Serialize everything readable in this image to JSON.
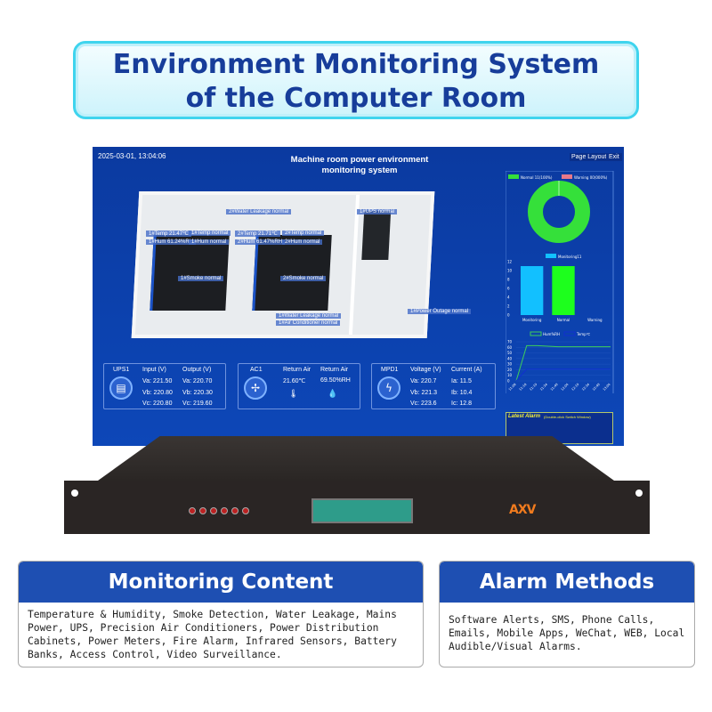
{
  "banner": {
    "line1": "Environment Monitoring System",
    "line2": "of the Computer Room"
  },
  "screen": {
    "datetime": "2025-03-01, 13:04:06",
    "title_line1": "Machine room power environment",
    "title_line2": "monitoring system",
    "page_layout": "Page Layout",
    "exit": "Exit",
    "tags": [
      "2#Water Leakage  normal",
      "1#UPS normal",
      "1#Temp 21.47℃",
      "1#Temp  normal",
      "2#Temp 21.71℃",
      "2#Temp  normal",
      "1#Hum 61.24%RH",
      "1#Hum  normal",
      "2#Hum 61.47%RH",
      "2#Hum  normal",
      "1#Smoke  normal",
      "2#Smoke  normal",
      "1#Water Leakage  normal",
      "1#Air Conditioner  normal",
      "1#Power Outage  normal"
    ],
    "ups": {
      "name": "UPS1",
      "input": "Input (V)",
      "output": "Output (V)",
      "in": [
        "Va:  221.50",
        "Vb:  220.80",
        "Vc:  220.80"
      ],
      "out": [
        "Va:  220.70",
        "Vb:  220.30",
        "Vc:  219.60"
      ]
    },
    "ac": {
      "name": "AC1",
      "h1": "Return Air",
      "h2": "Return Air",
      "v1": "21.60℃",
      "v2": "69.50%RH"
    },
    "mpd": {
      "name": "MPD1",
      "voltage": "Voltage (V)",
      "current": "Current (A)",
      "v": [
        "Va:  220.7",
        "Vb:  221.3",
        "Vc:  223.6"
      ],
      "c": [
        "Ia:  11.5",
        "Ib:  10.4",
        "Ic:  12.8"
      ]
    },
    "latest_alarm": "Latest Alarm",
    "alarm_hint": "(Double-click Switch Window)"
  },
  "chart_data": [
    {
      "type": "pie",
      "donut": true,
      "legend": [
        "Normal 11(100%)",
        "Warning 00(000%)"
      ],
      "values": [
        11,
        0
      ],
      "colors": [
        "#35e03a",
        "#e8788a"
      ]
    },
    {
      "type": "bar",
      "legend": "Monitoring11",
      "categories": [
        "Monitoring",
        "Normal",
        "Warning"
      ],
      "values": [
        11,
        11,
        0
      ],
      "colors": [
        "#12c0ff",
        "#1dff1d",
        "#12c0ff"
      ],
      "ylim": [
        0,
        12
      ],
      "yticks": [
        0,
        2,
        4,
        6,
        8,
        10,
        12
      ]
    },
    {
      "type": "line",
      "x": [
        "11:08",
        "11:18",
        "11:19",
        "11:34",
        "11:49",
        "12:04",
        "12:19",
        "12:34",
        "12:49",
        "13:04"
      ],
      "series": [
        {
          "name": "Hum%RH",
          "values": [
            0,
            63,
            63,
            62,
            61,
            61,
            61,
            61,
            61,
            61
          ],
          "color": "#3ecf5a"
        },
        {
          "name": "Temp℃",
          "values": [
            0,
            21,
            21,
            21,
            21,
            21,
            21,
            21,
            21,
            21
          ],
          "color": "#1030d0"
        }
      ],
      "ylim": [
        0,
        70
      ],
      "yticks": [
        0,
        10,
        20,
        30,
        40,
        50,
        60,
        70
      ]
    }
  ],
  "device": {
    "logo": "AXV"
  },
  "monitoring": {
    "title": "Monitoring Content",
    "body": "Temperature & Humidity, Smoke Detection, Water Leakage, Mains Power, UPS, Precision Air Conditioners, Power Distribution Cabinets, Power Meters, Fire Alarm, Infrared Sensors, Battery Banks, Access Control, Video Surveillance."
  },
  "alarm": {
    "title": "Alarm Methods",
    "body": "Software Alerts, SMS, Phone Calls, Emails, Mobile Apps, WeChat, WEB, Local Audible/Visual Alarms."
  }
}
